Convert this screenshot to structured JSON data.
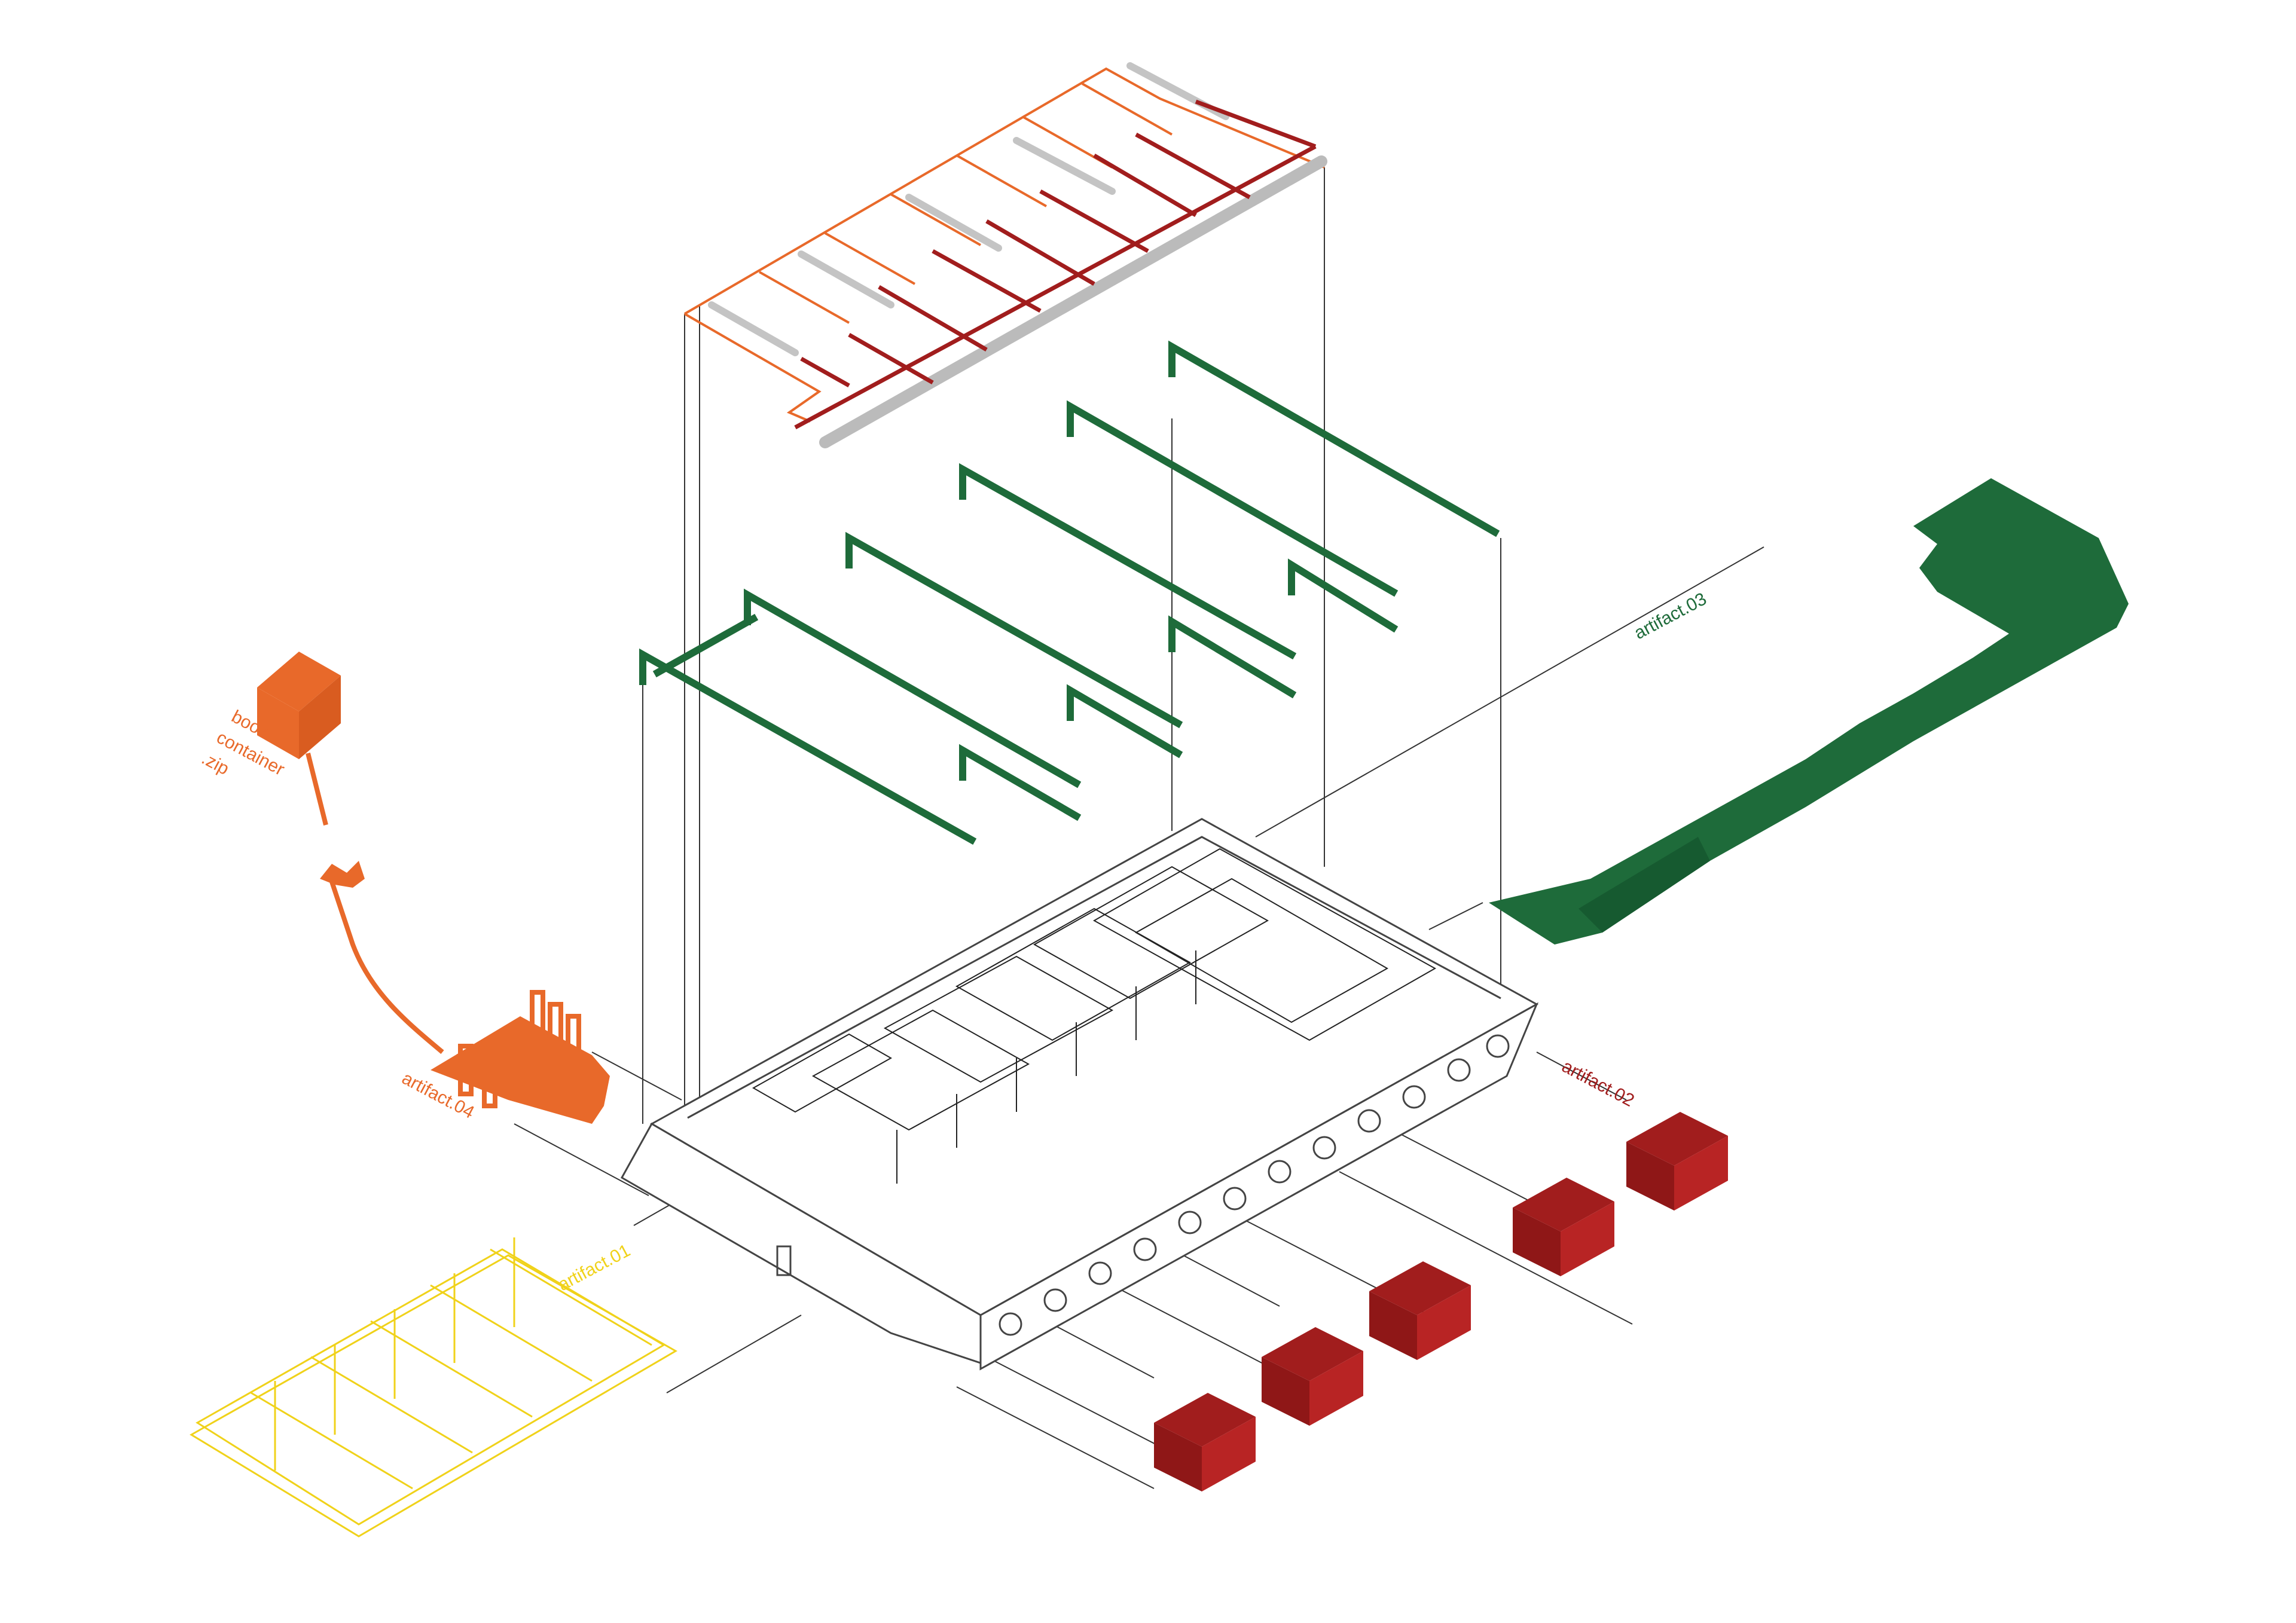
{
  "colors": {
    "orange": "#e8692a",
    "green": "#1e6b3a",
    "dark_red": "#a11d1d",
    "yellow": "#f0d21a",
    "gray": "#b5b5b5",
    "line": "#333333"
  },
  "labels": {
    "artifact_01": "artifact.01",
    "artifact_02": "artifact.02",
    "artifact_03": "artifact.03",
    "artifact_04": "artifact.04",
    "book_container_line1": "book",
    "book_container_line2": "container",
    "book_container_line3": ".zip"
  }
}
